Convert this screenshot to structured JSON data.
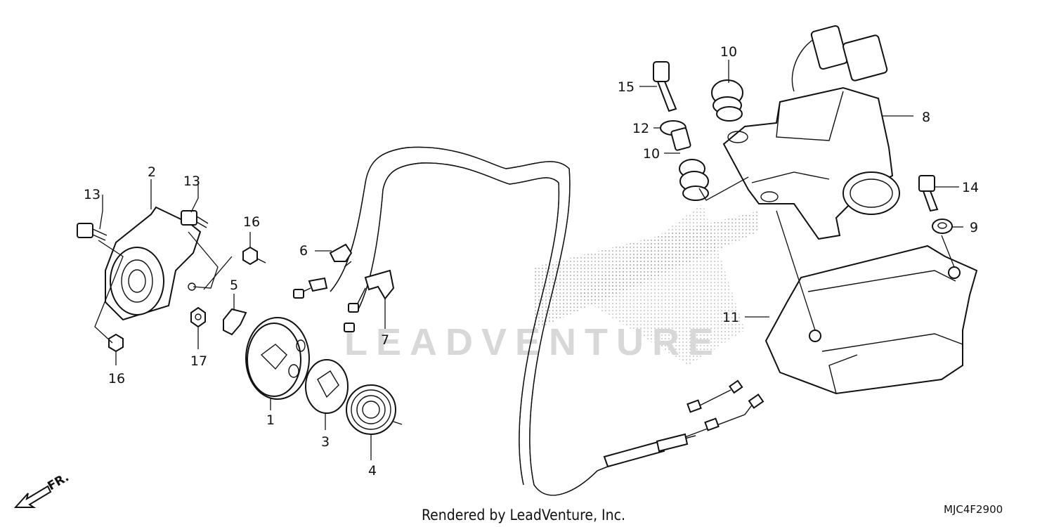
{
  "diagram": {
    "callouts": {
      "p1": "1",
      "p2": "2",
      "p3": "3",
      "p4": "4",
      "p5": "5",
      "p6": "6",
      "p7": "7",
      "p8": "8",
      "p9": "9",
      "p10a": "10",
      "p10b": "10",
      "p11": "11",
      "p12": "12",
      "p13a": "13",
      "p13b": "13",
      "p14": "14",
      "p15": "15",
      "p16a": "16",
      "p16b": "16",
      "p17": "17"
    },
    "direction_label": "FR.",
    "watermark_text": "LEADVENTURE",
    "footer_credit": "Rendered by LeadVenture, Inc.",
    "diagram_code": "MJC4F2900"
  },
  "colors": {
    "ink": "#111111",
    "watermark": "#d8d8d8",
    "background": "#ffffff"
  }
}
